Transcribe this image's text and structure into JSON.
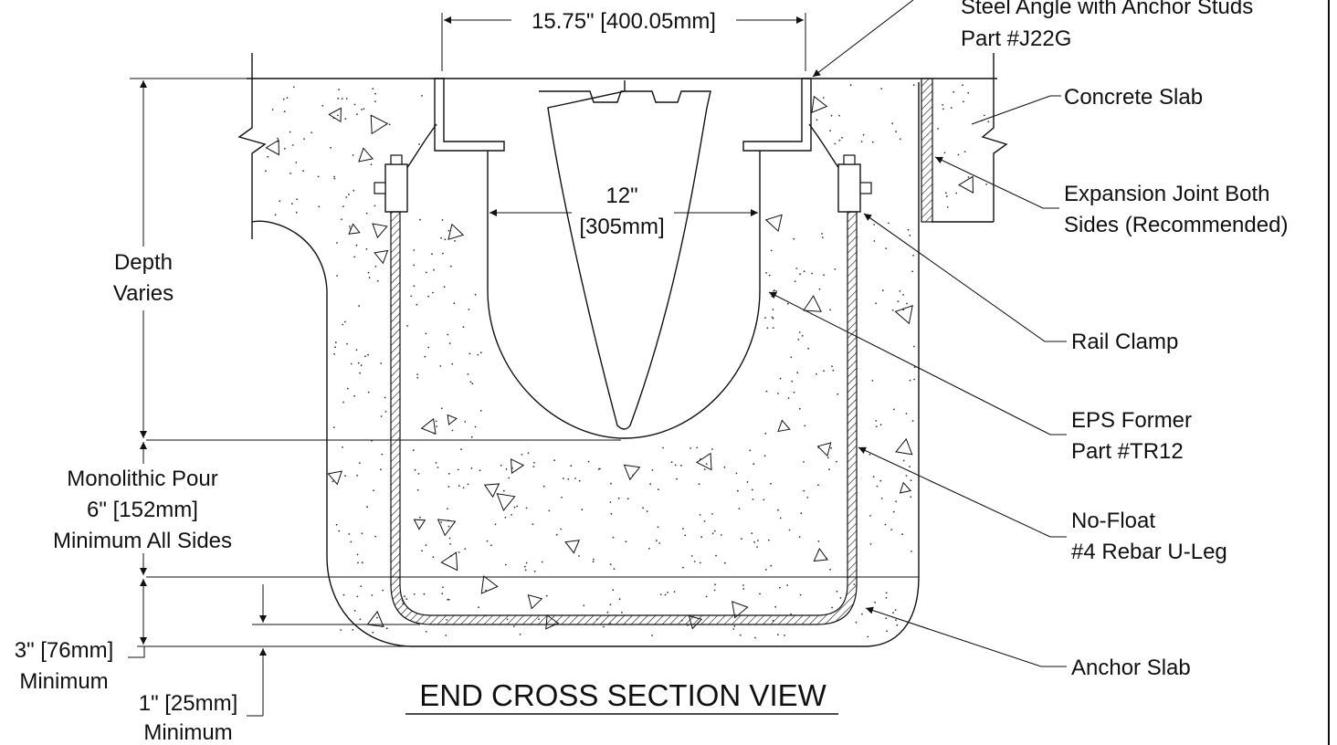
{
  "title": "END CROSS SECTION VIEW",
  "dimensions": {
    "top_width": "15.75\" [400.05mm]",
    "inner_width_line1": "12\"",
    "inner_width_line2": "[305mm]",
    "depth_line1": "Depth",
    "depth_line2": "Varies",
    "pour_line1": "Monolithic Pour",
    "pour_line2": "6\" [152mm]",
    "pour_line3": "Minimum All Sides",
    "anchor_3in_line1": "3\" [76mm]",
    "anchor_3in_line2": "Minimum",
    "anchor_1in_line1": "1\" [25mm]",
    "anchor_1in_line2": "Minimum"
  },
  "callouts": {
    "steel_angle_line1": "Steel Angle with Anchor Studs",
    "steel_angle_line2": "Part #J22G",
    "concrete_slab": "Concrete Slab",
    "expansion_line1": "Expansion Joint Both",
    "expansion_line2": "Sides (Recommended)",
    "rail_clamp": "Rail Clamp",
    "eps_line1": "EPS Former",
    "eps_line2": "Part #TR12",
    "nofloat_line1": "No-Float",
    "nofloat_line2": "#4 Rebar U-Leg",
    "anchor_slab": "Anchor Slab"
  },
  "colors": {
    "line": "#111111",
    "background": "#ffffff"
  }
}
